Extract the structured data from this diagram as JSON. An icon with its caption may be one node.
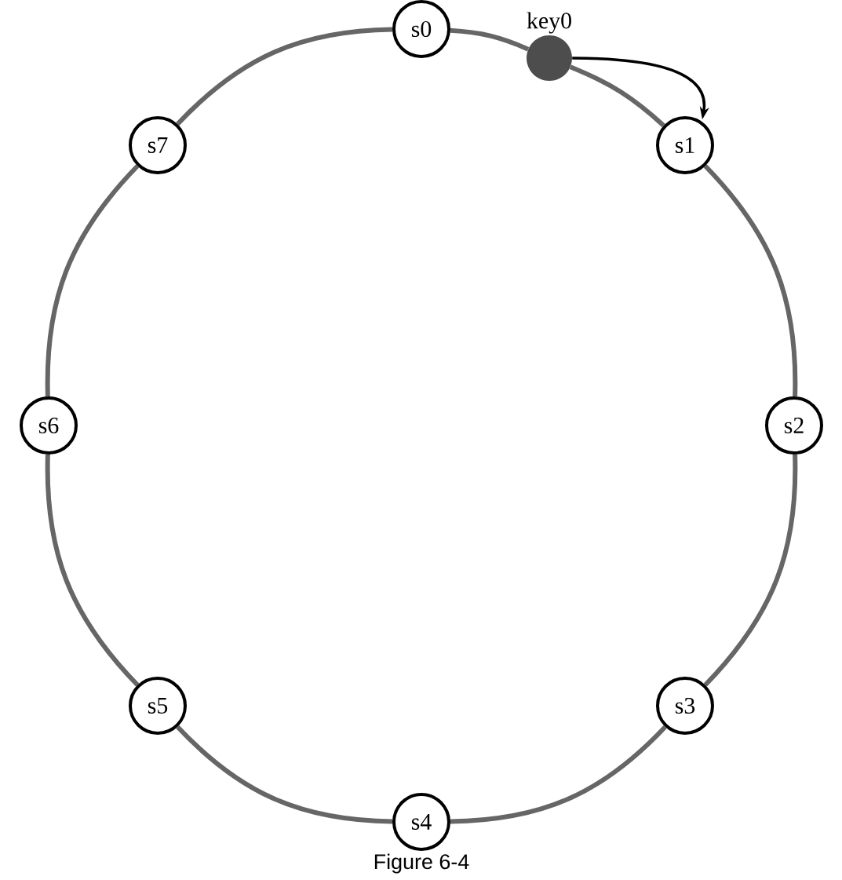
{
  "diagram": {
    "caption": "Figure 6-4",
    "nodes": [
      {
        "text": [
          "s0"
        ]
      },
      {
        "text": [
          "s1"
        ]
      },
      {
        "text": [
          "s2"
        ]
      },
      {
        "text": [
          "s3"
        ]
      },
      {
        "text": [
          "s4"
        ]
      },
      {
        "text": [
          "s5"
        ]
      },
      {
        "text": [
          "s6"
        ]
      },
      {
        "text": [
          "s7"
        ]
      },
      {
        "text": [
          "key0"
        ]
      }
    ],
    "edges": [
      {
        "from": 0,
        "to": 8,
        "arrow": "none"
      },
      {
        "from": 8,
        "to": 1,
        "arrow": "none"
      },
      {
        "from": 1,
        "to": 2,
        "arrow": "none"
      },
      {
        "from": 2,
        "to": 3,
        "arrow": "none"
      },
      {
        "from": 3,
        "to": 4,
        "arrow": "none"
      },
      {
        "from": 4,
        "to": 5,
        "arrow": "none"
      },
      {
        "from": 5,
        "to": 6,
        "arrow": "none"
      },
      {
        "from": 6,
        "to": 7,
        "arrow": "none"
      },
      {
        "from": 7,
        "to": 0,
        "arrow": "none"
      },
      {
        "from": 8,
        "to": 1,
        "arrow": "to",
        "color": "#000000"
      }
    ]
  }
}
